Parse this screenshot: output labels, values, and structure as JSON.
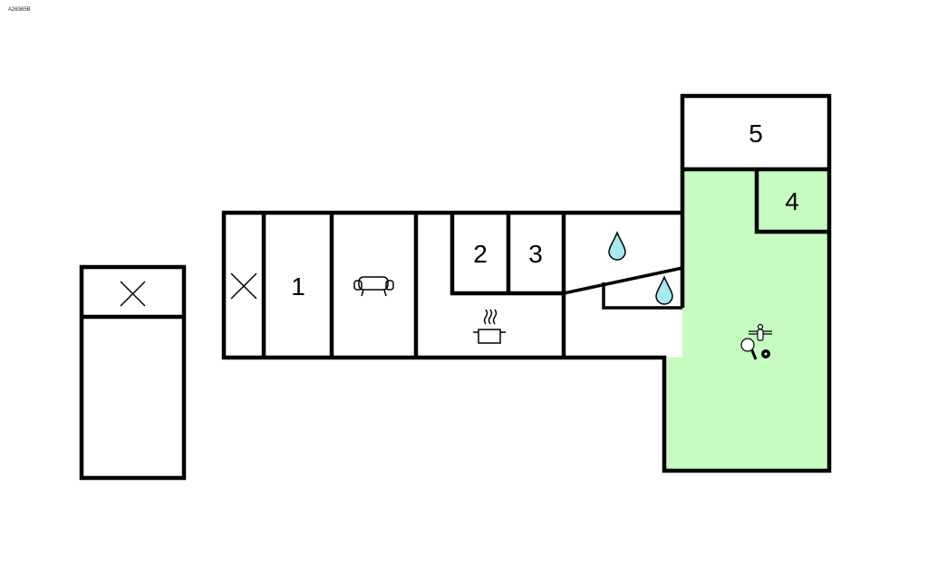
{
  "plan_code": "A26365B",
  "rooms": {
    "room_1": "1",
    "room_2": "2",
    "room_3": "3",
    "room_4": "4",
    "room_5": "5"
  },
  "colors": {
    "wall": "#000000",
    "activity_room": "#c6fcc0",
    "water": "#a8e8f0"
  },
  "icons": [
    "cross-icon",
    "sofa-icon",
    "cooking-pot-icon",
    "water-drop-icon",
    "table-tennis-icon",
    "foosball-icon",
    "billiard-ball-icon"
  ]
}
